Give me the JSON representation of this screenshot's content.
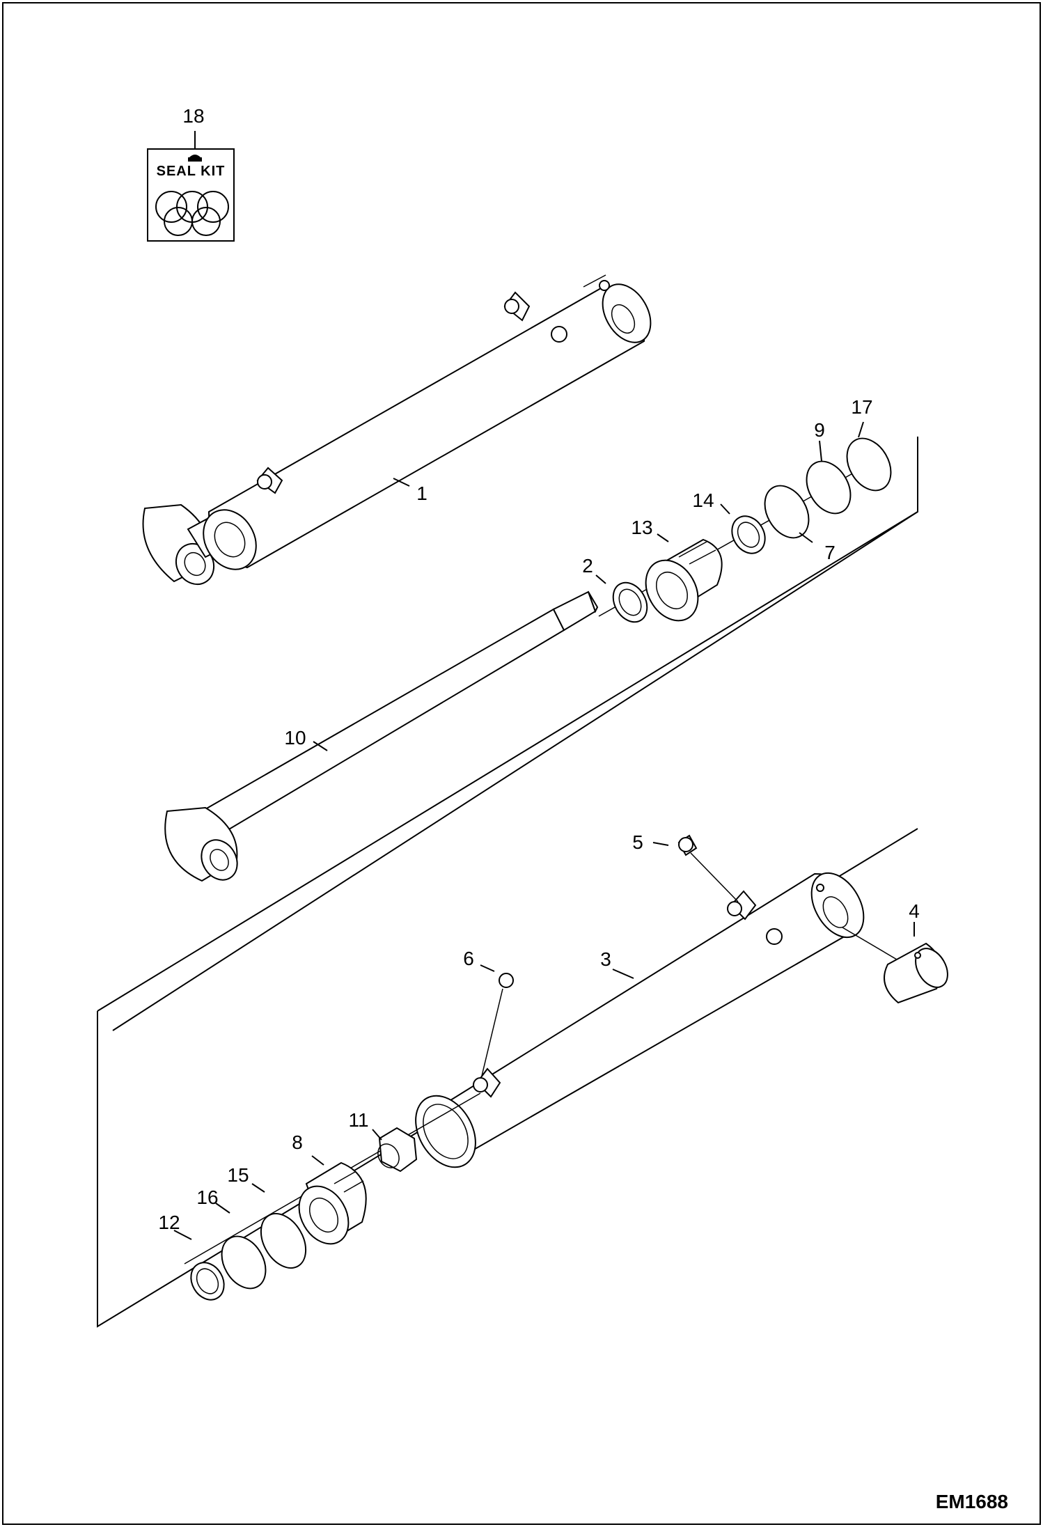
{
  "seal_kit": {
    "label": "SEAL KIT"
  },
  "callouts": [
    {
      "id": "c18",
      "text": "18"
    },
    {
      "id": "c1",
      "text": "1"
    },
    {
      "id": "c17",
      "text": "17"
    },
    {
      "id": "c9",
      "text": "9"
    },
    {
      "id": "c14",
      "text": "14"
    },
    {
      "id": "c13",
      "text": "13"
    },
    {
      "id": "c7",
      "text": "7"
    },
    {
      "id": "c2",
      "text": "2"
    },
    {
      "id": "c10",
      "text": "10"
    },
    {
      "id": "c5",
      "text": "5"
    },
    {
      "id": "c4",
      "text": "4"
    },
    {
      "id": "c6",
      "text": "6"
    },
    {
      "id": "c3",
      "text": "3"
    },
    {
      "id": "c11",
      "text": "11"
    },
    {
      "id": "c8",
      "text": "8"
    },
    {
      "id": "c15",
      "text": "15"
    },
    {
      "id": "c16",
      "text": "16"
    },
    {
      "id": "c12",
      "text": "12"
    }
  ],
  "drawing_code": "EM1688"
}
